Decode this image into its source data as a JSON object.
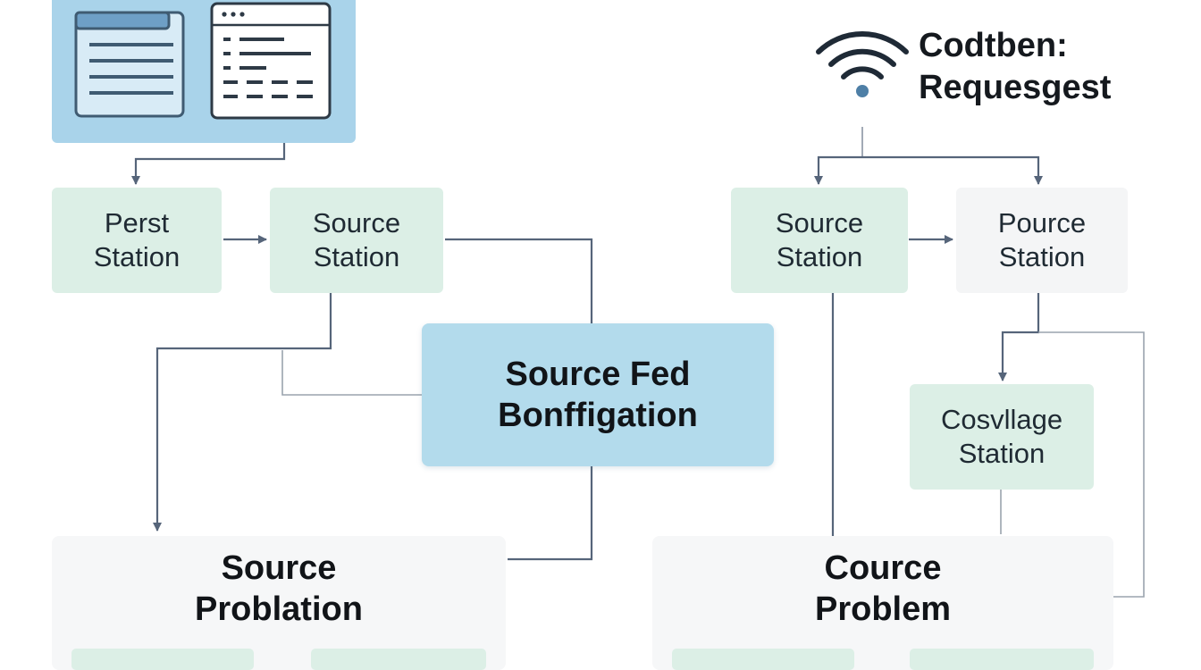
{
  "header": {
    "title_line1": "Codtben:",
    "title_line2": "Requesgest",
    "icon": "wifi-icon"
  },
  "nodes": {
    "perst_station": [
      "Perst",
      "Station"
    ],
    "source_station_left": [
      "Source",
      "Station"
    ],
    "source_fed_bonffigation": [
      "Source Fed",
      "Bonffigation"
    ],
    "source_station_right": [
      "Source",
      "Station"
    ],
    "pource_station": [
      "Pource",
      "Station"
    ],
    "cosvllage_station": [
      "Cosvllage",
      "Station"
    ]
  },
  "panels": {
    "source_problation": [
      "Source",
      "Problation"
    ],
    "cource_problem": [
      "Cource",
      "Problem"
    ]
  },
  "colors": {
    "node_green": "#dcefe6",
    "node_gray": "#f4f5f6",
    "node_blue": "#b3dbec",
    "header_blue": "#a9d3ea",
    "connector": "#56657a"
  }
}
